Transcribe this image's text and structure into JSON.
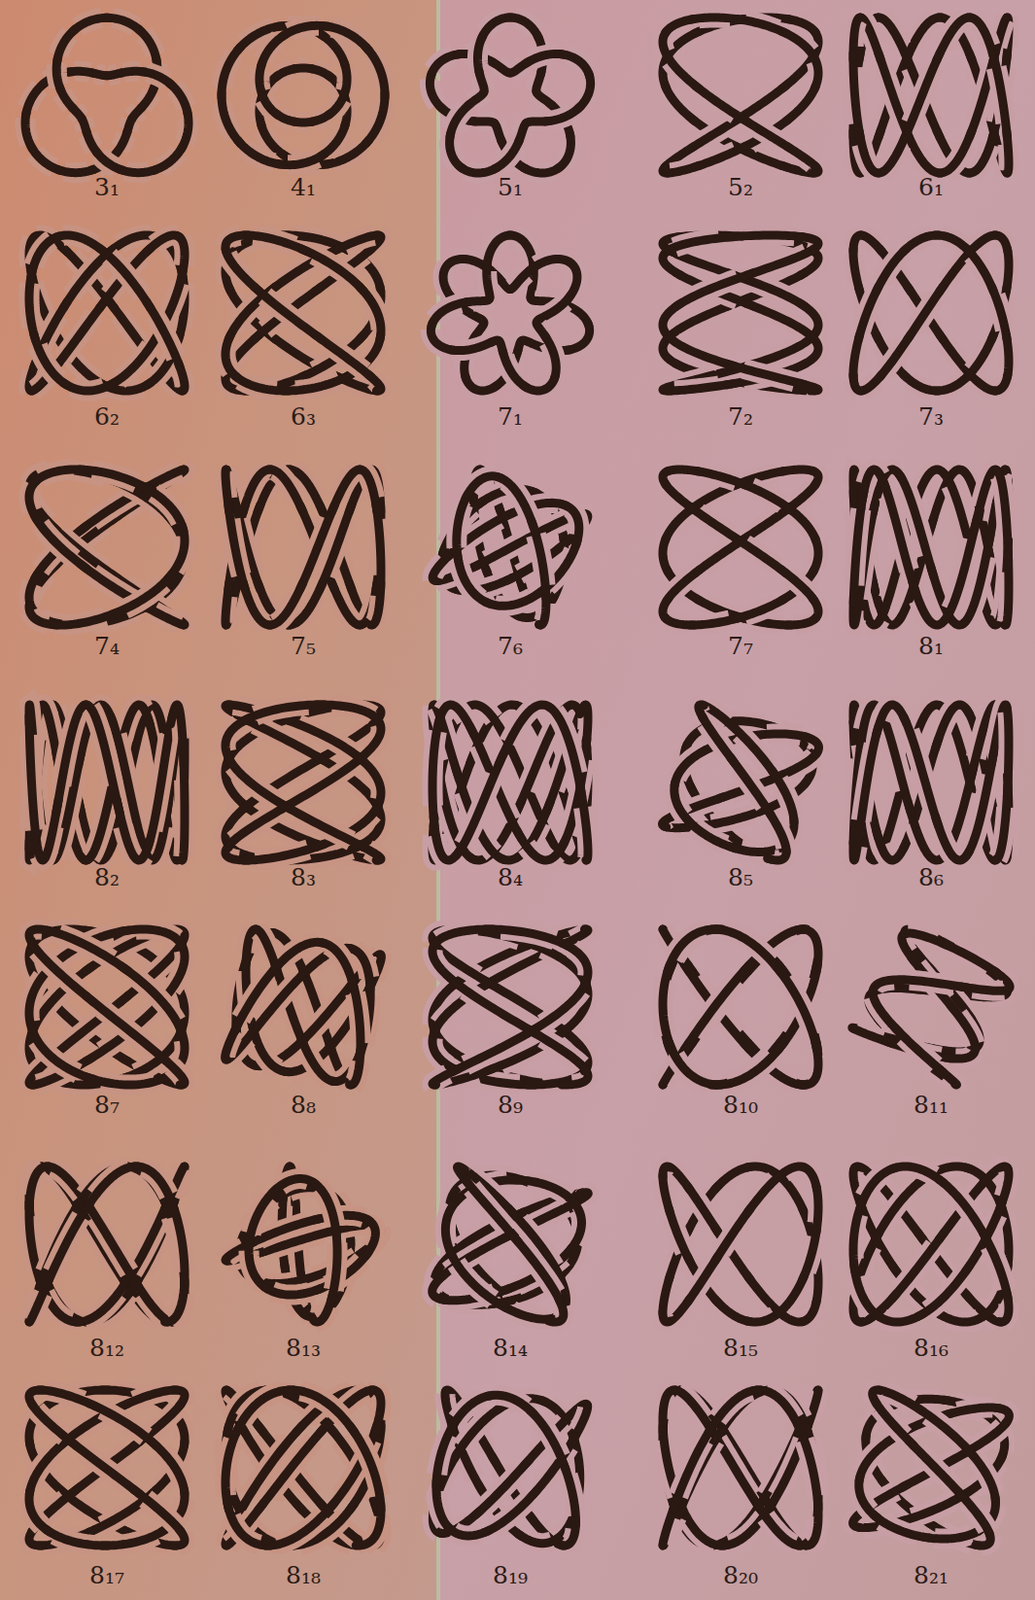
{
  "diagram": {
    "labels": [
      "3₁",
      "4₁",
      "5₁",
      "5₂",
      "6₁",
      "6₂",
      "6₃",
      "7₁",
      "7₂",
      "7₃",
      "7₄",
      "7₅",
      "7₆",
      "7₇",
      "8₁",
      "8₂",
      "8₃",
      "8₄",
      "8₅",
      "8₆",
      "8₇",
      "8₈",
      "8₉",
      "8₁₀",
      "8₁₁",
      "8₁₂",
      "8₁₃",
      "8₁₄",
      "8₁₅",
      "8₁₆",
      "8₁₇",
      "8₁₈",
      "8₁₉",
      "8₂₀",
      "8₂₁"
    ]
  }
}
